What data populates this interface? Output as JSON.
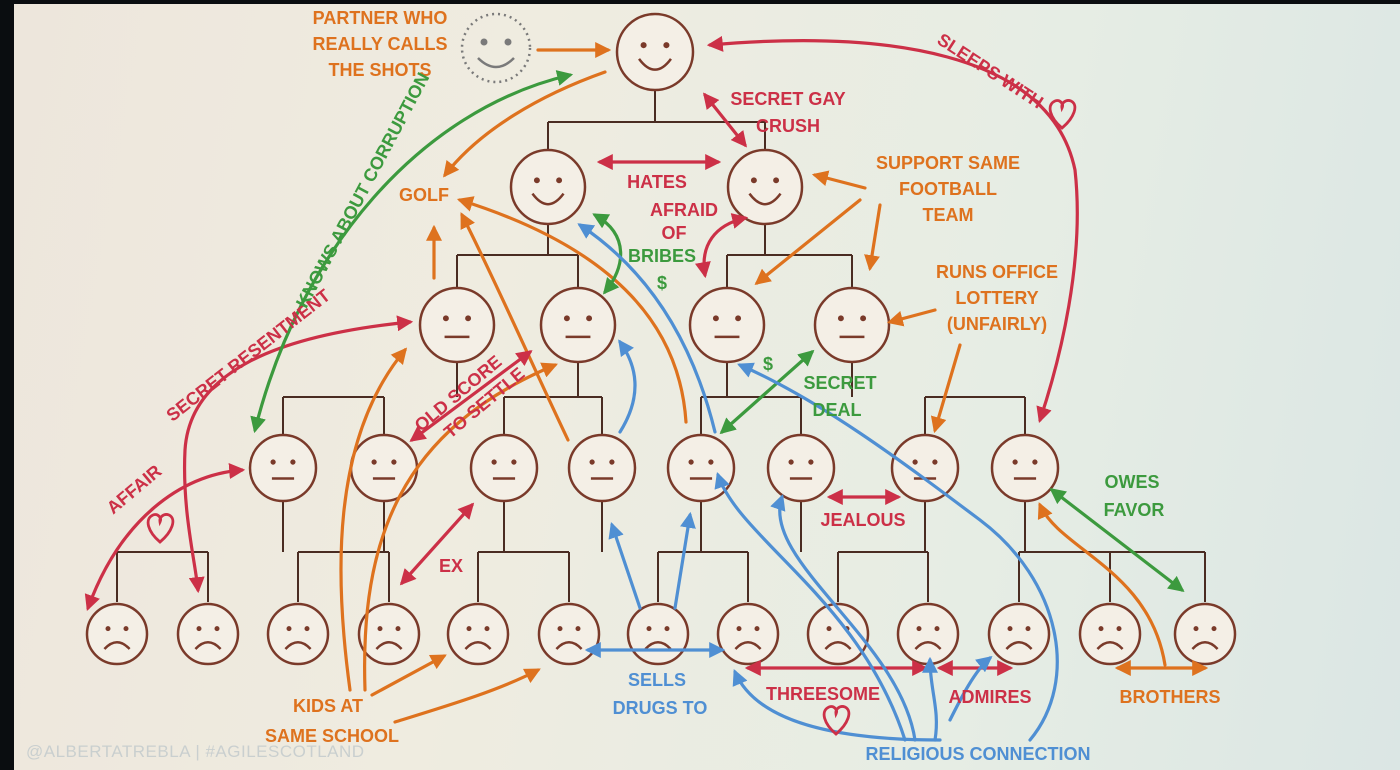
{
  "colors": {
    "red": "#cc3047",
    "orange": "#de721e",
    "green": "#3c9a3e",
    "blue": "#4f8fd3",
    "face": "#7a3a2a"
  },
  "labels": {
    "partner": [
      "PARTNER WHO",
      "REALLY CALLS",
      "THE SHOTS"
    ],
    "sleeps_with": "SLEEPS WITH",
    "secret_gay_crush": [
      "SECRET GAY",
      "CRUSH"
    ],
    "hates": "HATES",
    "golf": "GOLF",
    "knows_corruption": "KNOWS ABOUT CORRUPTION",
    "support_team": [
      "SUPPORT SAME",
      "FOOTBALL",
      "TEAM"
    ],
    "afraid_of": [
      "AFRAID",
      "OF"
    ],
    "bribes": "BRIBES",
    "dollar": "$",
    "runs_lottery": [
      "RUNS OFFICE",
      "LOTTERY",
      "(UNFAIRLY)"
    ],
    "secret_resentment": "SECRET RESENTMENT",
    "old_score": [
      "OLD SCORE",
      "TO SETTLE"
    ],
    "secret_deal": [
      "SECRET",
      "DEAL"
    ],
    "affair": "AFFAIR",
    "owes_favor": [
      "OWES",
      "FAVOR"
    ],
    "jealous": "JEALOUS",
    "ex": "EX",
    "sells_drugs": [
      "SELLS",
      "DRUGS TO"
    ],
    "threesome": "THREESOME",
    "admires": "ADMIRES",
    "brothers": "BROTHERS",
    "kids_school": [
      "KIDS AT",
      "SAME SCHOOL"
    ],
    "religious": "RELIGIOUS CONNECTION"
  },
  "footer": "@ALBERTATREBLA | #AGILESCOTLAND"
}
